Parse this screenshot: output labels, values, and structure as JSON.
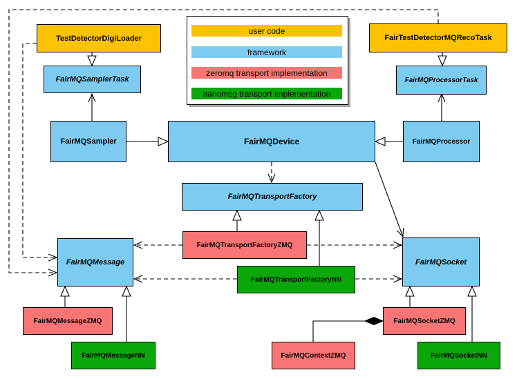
{
  "colors": {
    "user_code": "#FCC203",
    "framework": "#7DCBF0",
    "zeromq": "#F97575",
    "nanomsg": "#0BA70B",
    "background": "#FFFFFF",
    "line": "#000000"
  },
  "legend": {
    "items": [
      {
        "label": "user code",
        "category": "user_code"
      },
      {
        "label": "framework",
        "category": "framework"
      },
      {
        "label": "zeromq transport implementation",
        "category": "zeromq"
      },
      {
        "label": "nanomsg transport implementation",
        "category": "nanomsg"
      }
    ]
  },
  "nodes": {
    "testDetectorDigiLoader": {
      "label": "TestDetectorDigiLoader",
      "category": "user_code",
      "abstract": false
    },
    "fairTestDetectorMQRecoTask": {
      "label": "FairTestDetectorMQRecoTask",
      "category": "user_code",
      "abstract": false
    },
    "fairMQSamplerTask": {
      "label": "FairMQSamplerTask",
      "category": "framework",
      "abstract": true
    },
    "fairMQProcessorTask": {
      "label": "FairMQProcessorTask",
      "category": "framework",
      "abstract": true
    },
    "fairMQSampler": {
      "label": "FairMQSampler",
      "category": "framework",
      "abstract": false
    },
    "fairMQDevice": {
      "label": "FairMQDevice",
      "category": "framework",
      "abstract": false
    },
    "fairMQProcessor": {
      "label": "FairMQProcessor",
      "category": "framework",
      "abstract": false
    },
    "fairMQTransportFactory": {
      "label": "FairMQTransportFactory",
      "category": "framework",
      "abstract": true
    },
    "fairMQTransportFactoryZMQ": {
      "label": "FairMQTransportFactoryZMQ",
      "category": "zeromq",
      "abstract": false
    },
    "fairMQTransportFactoryNN": {
      "label": "FairMQTransportFactoryNN",
      "category": "nanomsg",
      "abstract": false
    },
    "fairMQMessage": {
      "label": "FairMQMessage",
      "category": "framework",
      "abstract": true
    },
    "fairMQSocket": {
      "label": "FairMQSocket",
      "category": "framework",
      "abstract": true
    },
    "fairMQMessageZMQ": {
      "label": "FairMQMessageZMQ",
      "category": "zeromq",
      "abstract": false
    },
    "fairMQMessageNN": {
      "label": "FairMQMessageNN",
      "category": "nanomsg",
      "abstract": false
    },
    "fairMQContextZMQ": {
      "label": "FairMQContextZMQ",
      "category": "zeromq",
      "abstract": false
    },
    "fairMQSocketZMQ": {
      "label": "FairMQSocketZMQ",
      "category": "zeromq",
      "abstract": false
    },
    "fairMQSocketNN": {
      "label": "FairMQSocketNN",
      "category": "nanomsg",
      "abstract": false
    }
  },
  "edges": [
    {
      "from": "TestDetectorDigiLoader",
      "to": "FairMQSamplerTask",
      "type": "generalization"
    },
    {
      "from": "FairTestDetectorMQRecoTask",
      "to": "FairMQProcessorTask",
      "type": "generalization"
    },
    {
      "from": "FairMQSampler",
      "to": "FairMQDevice",
      "type": "generalization"
    },
    {
      "from": "FairMQProcessor",
      "to": "FairMQDevice",
      "type": "generalization"
    },
    {
      "from": "FairMQSampler",
      "to": "FairMQSamplerTask",
      "type": "association"
    },
    {
      "from": "FairMQProcessor",
      "to": "FairMQProcessorTask",
      "type": "association"
    },
    {
      "from": "FairMQDevice",
      "to": "FairMQTransportFactory",
      "type": "dependency"
    },
    {
      "from": "FairMQDevice",
      "to": "FairMQSocket",
      "type": "association"
    },
    {
      "from": "FairMQTransportFactoryZMQ",
      "to": "FairMQTransportFactory",
      "type": "generalization"
    },
    {
      "from": "FairMQTransportFactoryNN",
      "to": "FairMQTransportFactory",
      "type": "generalization"
    },
    {
      "from": "FairMQTransportFactoryZMQ",
      "to": "FairMQMessage",
      "type": "dependency"
    },
    {
      "from": "FairMQTransportFactoryZMQ",
      "to": "FairMQSocket",
      "type": "dependency"
    },
    {
      "from": "FairMQTransportFactoryNN",
      "to": "FairMQMessage",
      "type": "dependency"
    },
    {
      "from": "FairMQTransportFactoryNN",
      "to": "FairMQSocket",
      "type": "dependency"
    },
    {
      "from": "TestDetectorDigiLoader",
      "to": "FairMQMessage",
      "type": "dependency"
    },
    {
      "from": "FairTestDetectorMQRecoTask",
      "to": "FairMQMessage",
      "type": "dependency"
    },
    {
      "from": "FairMQMessageZMQ",
      "to": "FairMQMessage",
      "type": "generalization"
    },
    {
      "from": "FairMQMessageNN",
      "to": "FairMQMessage",
      "type": "generalization"
    },
    {
      "from": "FairMQSocketZMQ",
      "to": "FairMQSocket",
      "type": "generalization"
    },
    {
      "from": "FairMQSocketNN",
      "to": "FairMQSocket",
      "type": "generalization"
    },
    {
      "from": "FairMQContextZMQ",
      "to": "FairMQSocketZMQ",
      "type": "composition"
    }
  ]
}
